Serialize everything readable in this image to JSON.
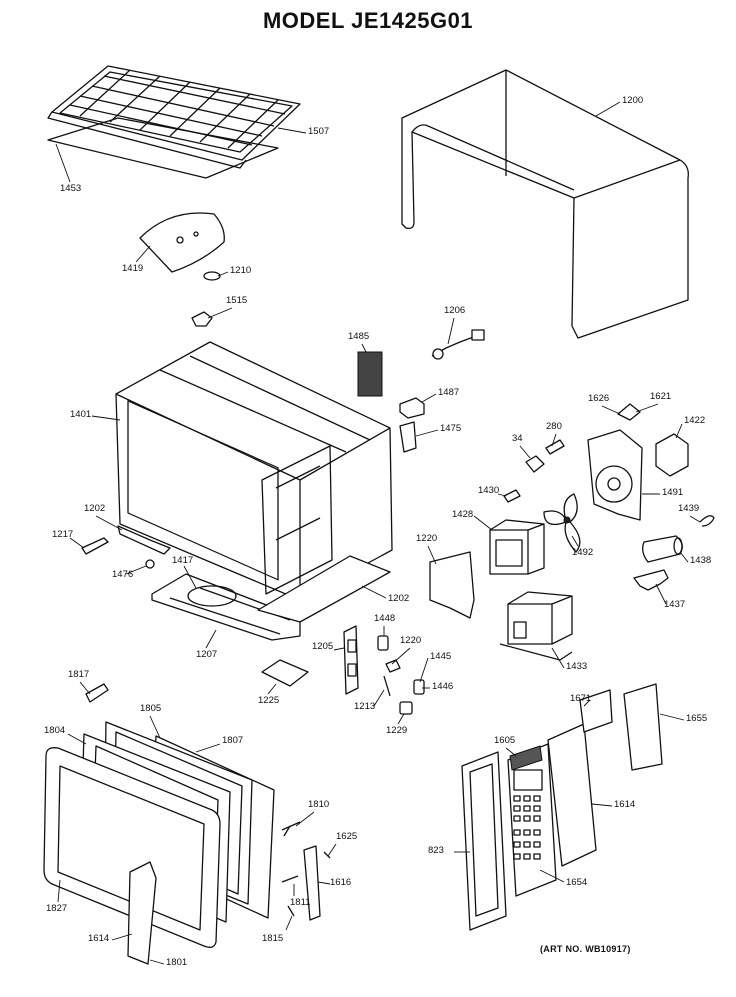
{
  "title": "MODEL JE1425G01",
  "art_number": "(ART NO. WB10917)",
  "callouts": [
    {
      "id": "c1507",
      "text": "1507"
    },
    {
      "id": "c1453",
      "text": "1453"
    },
    {
      "id": "c1200",
      "text": "1200"
    },
    {
      "id": "c1419",
      "text": "1419"
    },
    {
      "id": "c1210",
      "text": "1210"
    },
    {
      "id": "c1515",
      "text": "1515"
    },
    {
      "id": "c1206",
      "text": "1206"
    },
    {
      "id": "c1485",
      "text": "1485"
    },
    {
      "id": "c1487",
      "text": "1487"
    },
    {
      "id": "c1401",
      "text": "1401"
    },
    {
      "id": "c1475",
      "text": "1475"
    },
    {
      "id": "c1626",
      "text": "1626"
    },
    {
      "id": "c1621",
      "text": "1621"
    },
    {
      "id": "c1422",
      "text": "1422"
    },
    {
      "id": "c34",
      "text": "34"
    },
    {
      "id": "c280",
      "text": "280"
    },
    {
      "id": "c1430",
      "text": "1430"
    },
    {
      "id": "c1491",
      "text": "1491"
    },
    {
      "id": "c1439",
      "text": "1439"
    },
    {
      "id": "c1428",
      "text": "1428"
    },
    {
      "id": "c1492",
      "text": "1492"
    },
    {
      "id": "c1438",
      "text": "1438"
    },
    {
      "id": "c1202a",
      "text": "1202"
    },
    {
      "id": "c1217",
      "text": "1217"
    },
    {
      "id": "c1476",
      "text": "1476"
    },
    {
      "id": "c1417",
      "text": "1417"
    },
    {
      "id": "c1220a",
      "text": "1220"
    },
    {
      "id": "c1202b",
      "text": "1202"
    },
    {
      "id": "c1437",
      "text": "1437"
    },
    {
      "id": "c1207",
      "text": "1207"
    },
    {
      "id": "c1448",
      "text": "1448"
    },
    {
      "id": "c1220b",
      "text": "1220"
    },
    {
      "id": "c1205",
      "text": "1205"
    },
    {
      "id": "c1445",
      "text": "1445"
    },
    {
      "id": "c1433",
      "text": "1433"
    },
    {
      "id": "c1225",
      "text": "1225"
    },
    {
      "id": "c1446",
      "text": "1446"
    },
    {
      "id": "c1213",
      "text": "1213"
    },
    {
      "id": "c1229",
      "text": "1229"
    },
    {
      "id": "c1817",
      "text": "1817"
    },
    {
      "id": "c1671",
      "text": "1671"
    },
    {
      "id": "c1655",
      "text": "1655"
    },
    {
      "id": "c1805",
      "text": "1805"
    },
    {
      "id": "c1804",
      "text": "1804"
    },
    {
      "id": "c1807",
      "text": "1807"
    },
    {
      "id": "c1605",
      "text": "1605"
    },
    {
      "id": "c1614a",
      "text": "1614"
    },
    {
      "id": "c1810",
      "text": "1810"
    },
    {
      "id": "c1625",
      "text": "1625"
    },
    {
      "id": "c823",
      "text": "823"
    },
    {
      "id": "c1616",
      "text": "1616"
    },
    {
      "id": "c1654",
      "text": "1654"
    },
    {
      "id": "c1827",
      "text": "1827"
    },
    {
      "id": "c1811",
      "text": "1811"
    },
    {
      "id": "c1614b",
      "text": "1614"
    },
    {
      "id": "c1815",
      "text": "1815"
    },
    {
      "id": "c1801",
      "text": "1801"
    }
  ]
}
